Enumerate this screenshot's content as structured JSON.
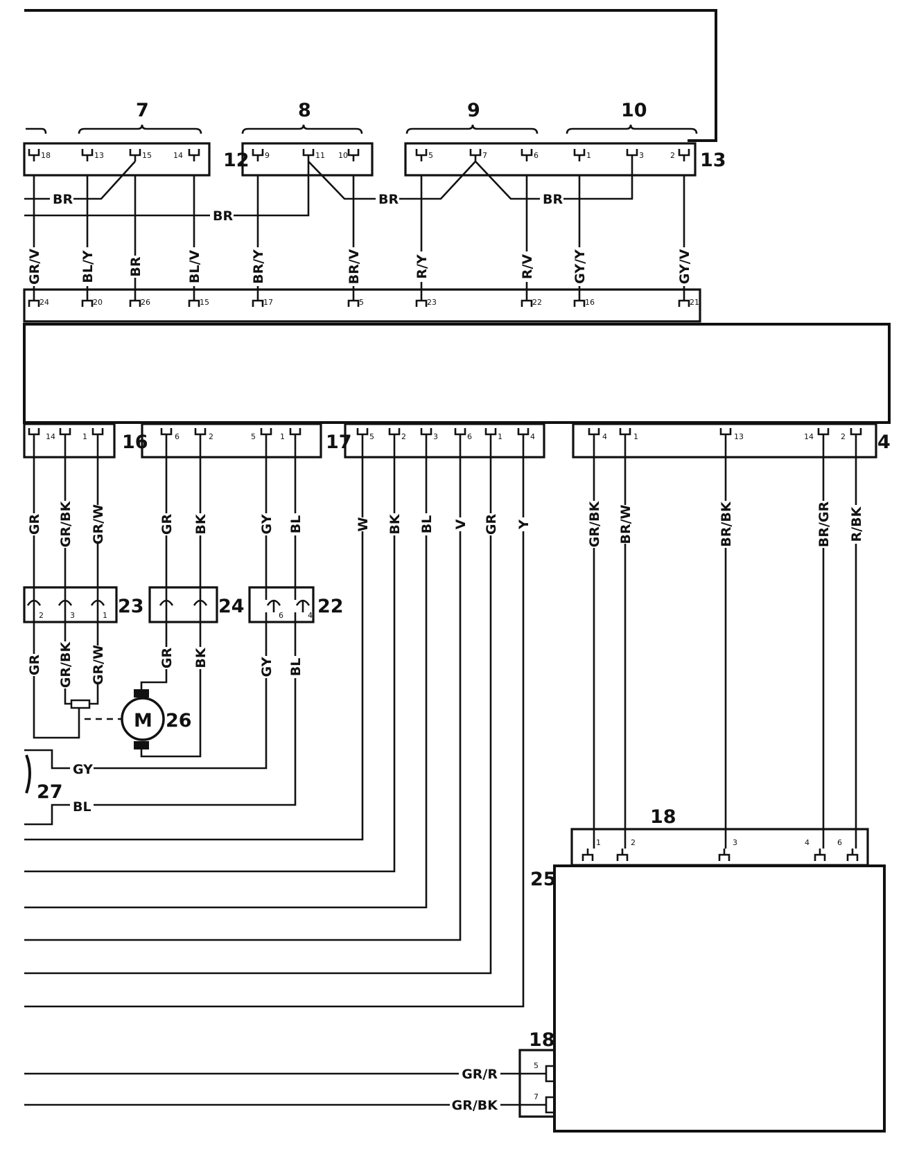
{
  "groups": [
    {
      "label": "7"
    },
    {
      "label": "8"
    },
    {
      "label": "9"
    },
    {
      "label": "10"
    }
  ],
  "top_pins": [
    "18",
    "13",
    "15",
    "14",
    "9",
    "11",
    "10",
    "5",
    "7",
    "6",
    "1",
    "3",
    "2"
  ],
  "row2_pins": [
    "24",
    "20",
    "26",
    "15",
    "17",
    "5",
    "23",
    "22",
    "16",
    "21"
  ],
  "mid_pins": [
    "14",
    "1",
    "6",
    "2",
    "5",
    "1",
    "5",
    "2",
    "3",
    "6",
    "1",
    "4",
    "4",
    "1",
    "13",
    "14",
    "2"
  ],
  "bot_pins": [
    "2",
    "3",
    "1",
    "6",
    "4",
    "1",
    "2",
    "3",
    "4",
    "6",
    "5",
    "7"
  ],
  "refs": {
    "r12": "12",
    "r13": "13",
    "r16": "16",
    "r17": "17",
    "r4": "4",
    "r23": "23",
    "r24": "24",
    "r22": "22",
    "r26": "26",
    "r27": "27",
    "r18": "18",
    "r25": "25",
    "r18b": "18",
    "motor": "M"
  },
  "wires_top": [
    "BR",
    "BR",
    "BR",
    "BR"
  ],
  "wires_vertical_top": [
    "GR/V",
    "BL/Y",
    "BR",
    "BL/V",
    "BR/Y",
    "BR/V",
    "R/Y",
    "R/V",
    "GY/Y",
    "GY/V"
  ],
  "wires_mid": [
    "GR",
    "GR/BK",
    "GR/W",
    "GR",
    "BK",
    "GY",
    "BL",
    "W",
    "BK",
    "BL",
    "V",
    "GR",
    "Y",
    "GR/BK",
    "BR/W",
    "BR/BK",
    "BR/GR",
    "R/BK"
  ],
  "wires_lower": [
    "GR",
    "GR/BK",
    "GR/W",
    "GR",
    "BK",
    "GY",
    "BL"
  ],
  "wires_horizontal": [
    "GY",
    "BL"
  ],
  "wires_bottom": [
    "GR/R",
    "GR/BK"
  ]
}
